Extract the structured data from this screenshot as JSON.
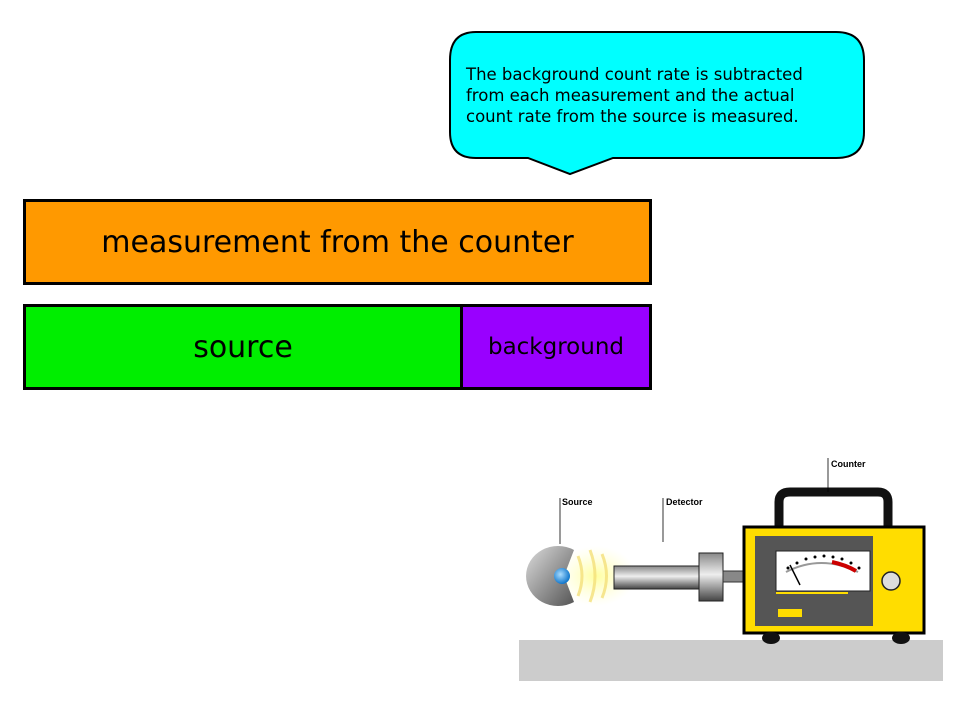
{
  "callout": {
    "lines": [
      "The background count rate is subtracted",
      "from each measurement and the actual",
      "count rate from the source is measured."
    ]
  },
  "bars": {
    "total_label": "measurement from the counter",
    "source_label": "source",
    "background_label": "background"
  },
  "apparatus": {
    "source_label": "Source",
    "detector_label": "Detector",
    "counter_label": "Counter"
  },
  "colors": {
    "callout_fill": "#00ffff",
    "total_fill": "#ff9900",
    "source_fill": "#00ee00",
    "background_fill": "#9900ff",
    "counter_body": "#ffdd00"
  }
}
